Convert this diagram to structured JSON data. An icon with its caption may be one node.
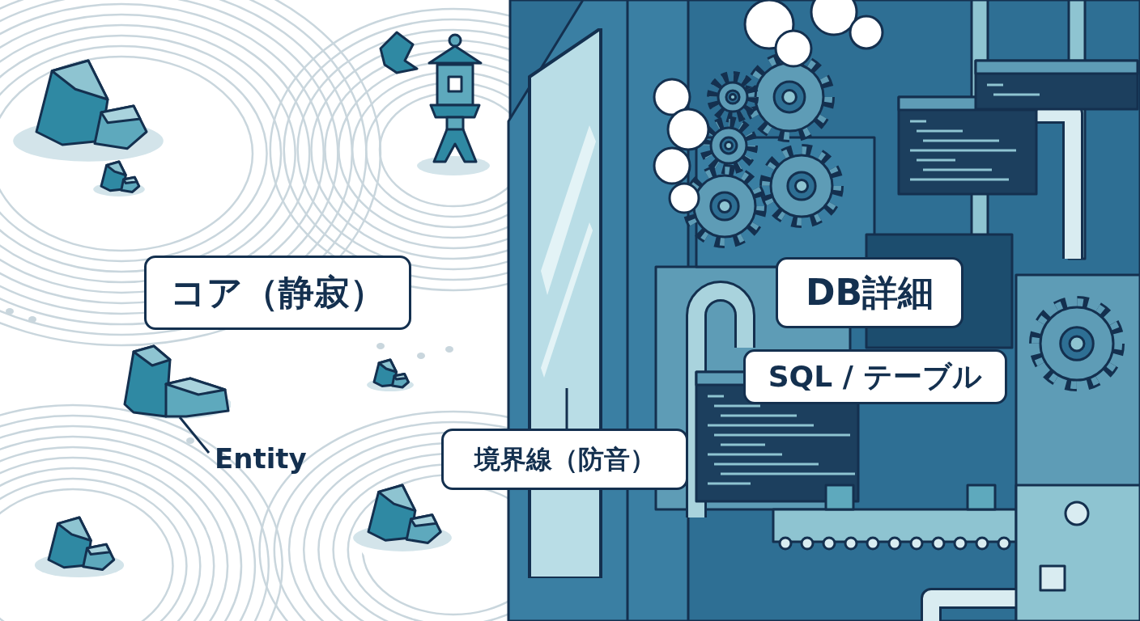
{
  "diagram": {
    "nodes": [
      {
        "text": [
          "コア（静寂）"
        ]
      },
      {
        "text": [
          "DB詳細"
        ]
      },
      {
        "text": [
          "SQL / テーブル"
        ]
      },
      {
        "text": [
          "境界線（防音）"
        ]
      },
      {
        "text": [],
        "shape": "picture"
      },
      {
        "text": [
          "Entity"
        ]
      },
      {
        "text": [],
        "shape": "picture"
      }
    ],
    "edges": [
      {
        "from": 3,
        "to": 4,
        "arrow": "none"
      },
      {
        "from": 5,
        "to": 6,
        "arrow": "none"
      }
    ]
  }
}
